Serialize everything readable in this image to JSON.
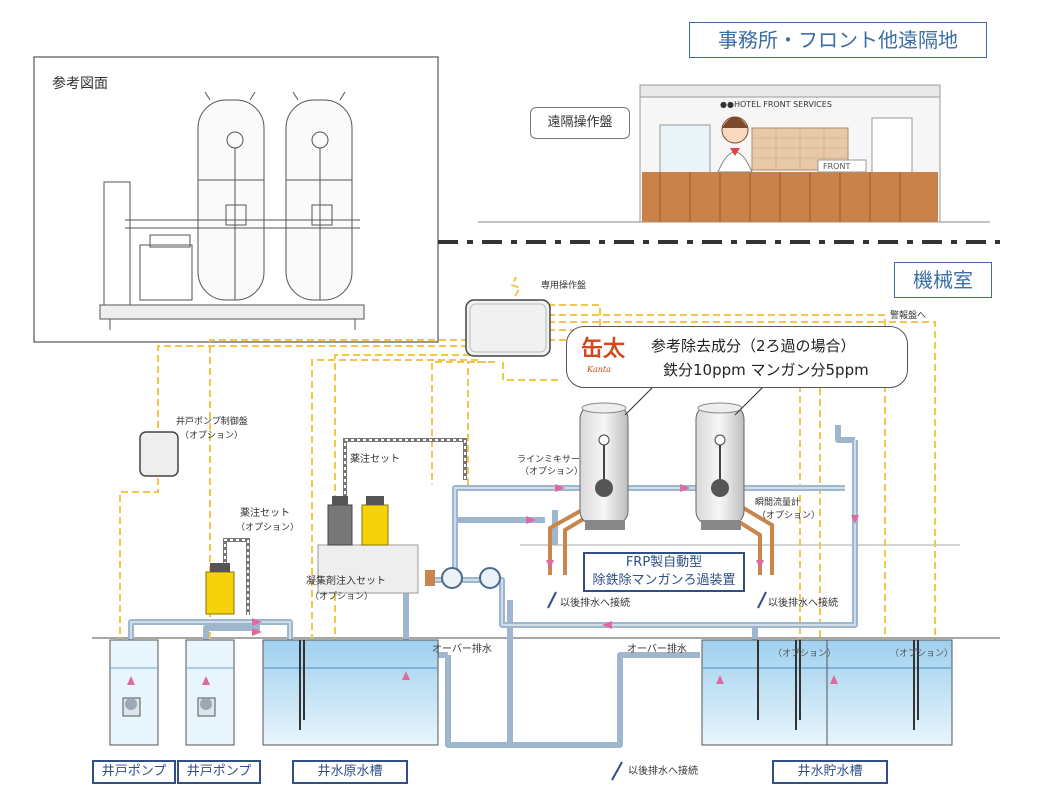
{
  "remote": {
    "title": "事務所・フロント他遠隔地",
    "remote_panel": "遠隔操作盤",
    "hotel_sign": "●●HOTEL FRONT SERVICES",
    "front_sign": "FRONT"
  },
  "reference": {
    "title": "参考図面"
  },
  "machine_room": {
    "title": "機械室",
    "control_panel": "専用操作盤",
    "alarm": "警報盤へ",
    "well_pump_panel": "井戸ポンプ制御盤",
    "option": "（オプション）",
    "chemical_set": "薬注セット",
    "coagulant_set": "凝集剤注入セット",
    "line_mixer": "ラインミキサー",
    "flowmeter": "瞬間流量計",
    "overflow": "オーバー排水",
    "drain_connect": "以後排水へ接続",
    "option_short": "（オプション）"
  },
  "callout": {
    "brand": "缶太",
    "brand_roman": "Kanta",
    "line1": "参考除去成分（2ろ過の場合）",
    "line2": "鉄分10ppm  マンガン分5ppm"
  },
  "device": {
    "line1": "FRP製自動型",
    "line2": "除鉄除マンガンろ過装置"
  },
  "bottom_labels": {
    "pump1": "井戸ポンプ",
    "pump2": "井戸ポンプ",
    "raw_tank": "井水原水槽",
    "storage_tank": "井水貯水槽"
  },
  "colors": {
    "signal_line": "#f2c64a",
    "water_pipe": "#9fb6cf",
    "drain_pipe": "#c9854a",
    "flow_arrow": "#e06aa0",
    "water": "#bfe0f4",
    "accent": "#2f4f86"
  }
}
